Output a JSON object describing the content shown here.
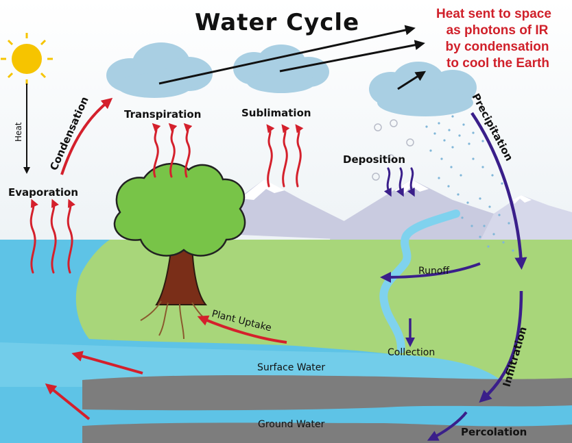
{
  "title": "Water Cycle",
  "note": [
    "Heat sent to space",
    "as photons of IR",
    "by condensation",
    "to cool the Earth"
  ],
  "labels": {
    "heat": "Heat",
    "evaporation": "Evaporation",
    "condensation": "Condensation",
    "transpiration": "Transpiration",
    "sublimation": "Sublimation",
    "deposition": "Deposition",
    "precipitation": "Precipitation",
    "runoff": "Runoff",
    "plant_uptake": "Plant Uptake",
    "surface_water": "Surface Water",
    "collection": "Collection",
    "infiltration": "Infiltration",
    "ground_water": "Ground Water",
    "percolation": "Percolation"
  },
  "colors": {
    "sky": "#ffffff",
    "water": "#5ec3e6",
    "land": "#a8d67a",
    "rock": "#7d7d7d",
    "cloud": "#a9cfe3",
    "mountain": "#c9cbe0",
    "snow": "#ffffff",
    "red_arrow": "#d4202c",
    "purple_arrow": "#3a1f8a",
    "note_text": "#d0202a",
    "sun": "#f6c400",
    "tree_canopy": "#78c448",
    "trunk": "#7a2e18"
  }
}
